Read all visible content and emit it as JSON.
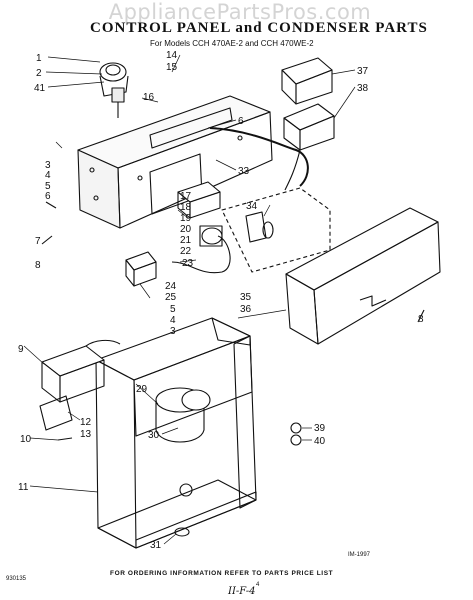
{
  "watermark": "AppliancePartsPros.com",
  "title": "CONTROL PANEL and CONDENSER PARTS",
  "subtitle": "For Models CCH 470AE-2 and CCH 470WE-2",
  "diagram_code": "IM-1997",
  "footer_note": "FOR ORDERING INFORMATION REFER TO PARTS PRICE LIST",
  "page_ref": "930135",
  "page_number": "4",
  "handwritten": "II-F-4",
  "callouts": [
    "1",
    "2",
    "41",
    "14",
    "15",
    "16",
    "37",
    "38",
    "6",
    "3",
    "4",
    "5",
    "6",
    "33",
    "17",
    "18",
    "19",
    "20",
    "21",
    "22",
    "34",
    "7",
    "8",
    "23",
    "24",
    "25",
    "5",
    "4",
    "3",
    "35",
    "36",
    "8",
    "9",
    "29",
    "12",
    "13",
    "10",
    "11",
    "30",
    "39",
    "40",
    "31"
  ]
}
